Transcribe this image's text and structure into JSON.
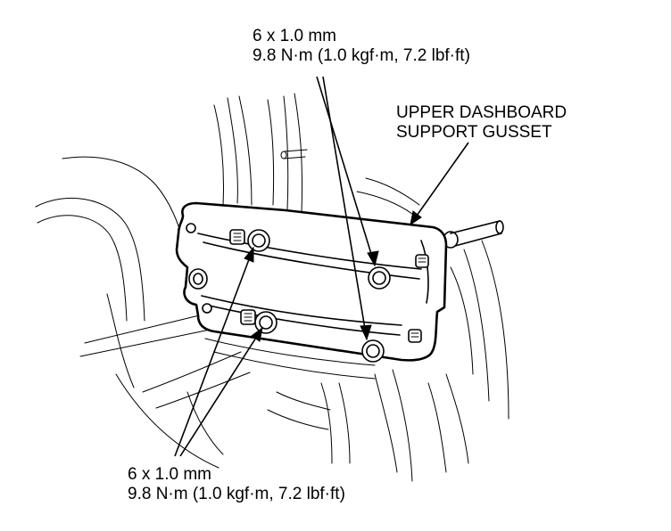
{
  "labels": {
    "top_bolts": {
      "size": "6 x 1.0 mm",
      "torque": "9.8 N·m (1.0 kgf·m, 7.2 lbf·ft)"
    },
    "gusset": {
      "line1": "UPPER DASHBOARD",
      "line2": "SUPPORT GUSSET"
    },
    "bottom_bolts": {
      "size": "6 x 1.0 mm",
      "torque": "9.8 N·m (1.0 kgf·m, 7.2 lbf·ft)"
    }
  },
  "colors": {
    "ink": "#000000",
    "paper": "#ffffff"
  }
}
